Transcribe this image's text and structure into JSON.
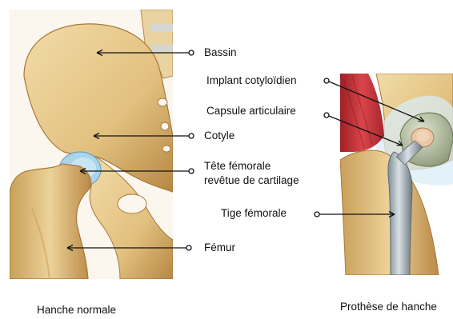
{
  "labels": {
    "bassin": "Bassin",
    "cotyle": "Cotyle",
    "tete_line1": "Tête fémorale",
    "tete_line2": "revêtue de cartilage",
    "femur": "Fémur",
    "implant": "Implant cotyloïdien",
    "capsule": "Capsule articulaire",
    "tige": "Tige fémorale"
  },
  "captions": {
    "normal": "Hanche normale",
    "prosthesis": "Prothèse de hanche"
  },
  "colors": {
    "bone": "#e7c98b",
    "bone_shadow": "#b88a45",
    "cartilage": "#a9d4ea",
    "muscle": "#c2343a",
    "implant_metal": "#9aa7ae",
    "cup_green": "#b9c7a4",
    "pointer": "#111111"
  }
}
